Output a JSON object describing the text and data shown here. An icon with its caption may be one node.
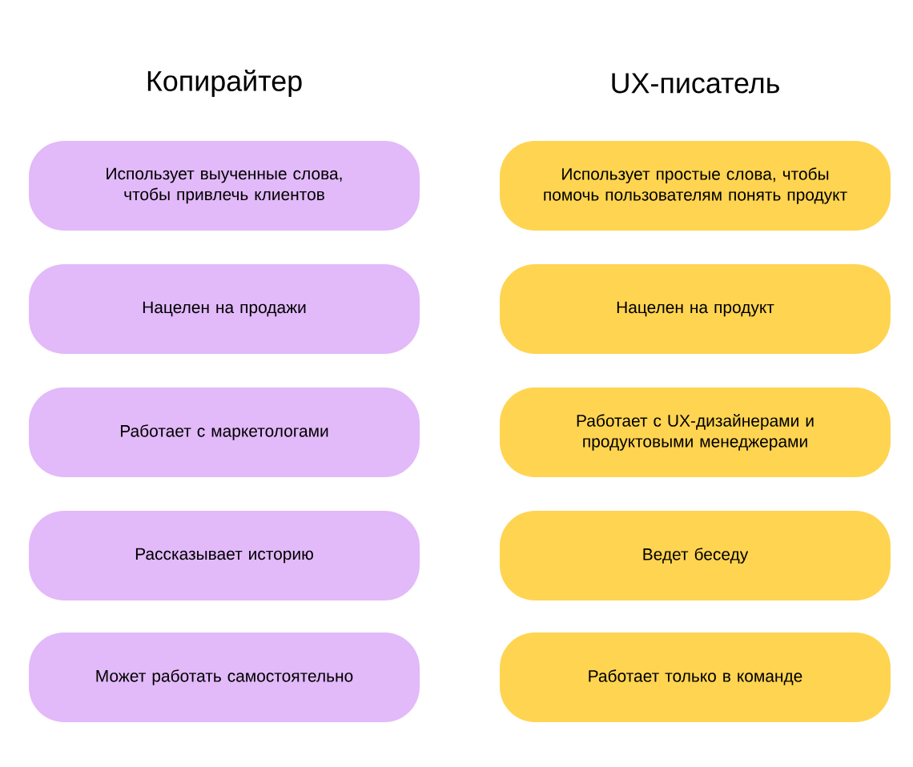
{
  "diagram": {
    "nodes": [
      {
        "text": [
          "Использует выученные слова, чтобы привлечь клиентов"
        ]
      },
      {
        "text": [
          "Использует простые слова, чтобы помочь пользователям понять продукт"
        ]
      },
      {
        "text": [
          "Нацелен на продажи"
        ]
      },
      {
        "text": [
          "Нацелен на продукт"
        ]
      },
      {
        "text": [
          "Работает с маркетологами"
        ]
      },
      {
        "text": [
          "Работает с UX-дизайнерами и продуктовыми менеджерами"
        ]
      },
      {
        "text": [
          "Рассказывает историю"
        ]
      },
      {
        "text": [
          "Ведет беседу"
        ]
      },
      {
        "text": [
          "Может работать самостоятельно"
        ]
      },
      {
        "text": [
          "Работает только в команде"
        ]
      }
    ],
    "labels": [
      "Копирайтер",
      "UX-писатель"
    ]
  }
}
